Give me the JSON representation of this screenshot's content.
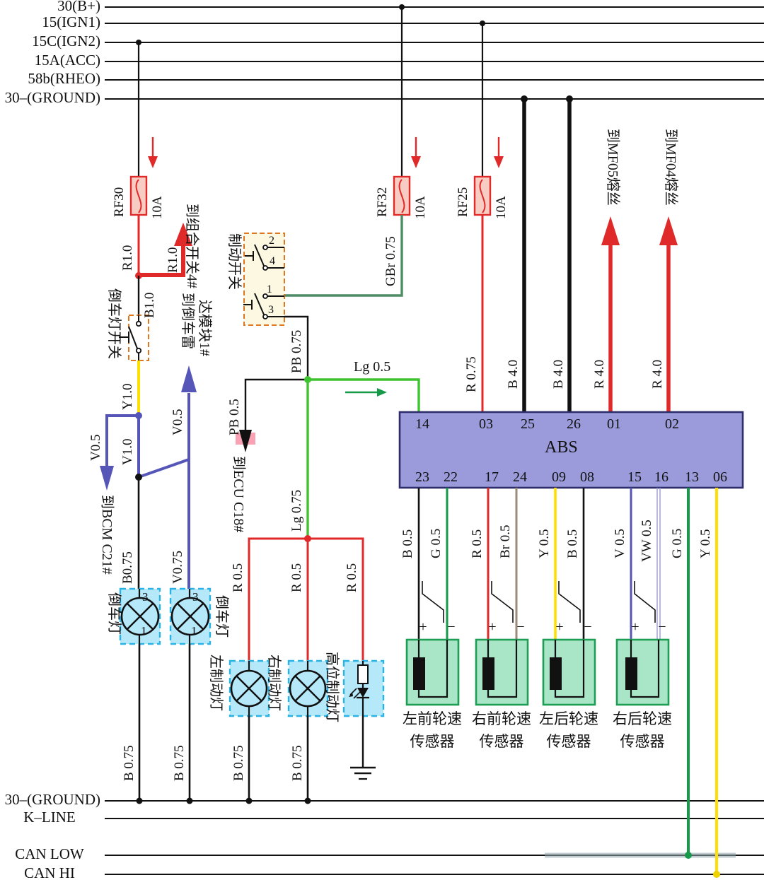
{
  "rails": {
    "top": [
      "30(B+)",
      "15(IGN1)",
      "15C(IGN2)",
      "15A(ACC)",
      "58b(RHEO)",
      "30–(GROUND)"
    ],
    "bottom": [
      "30–(GROUND)",
      "K–LINE",
      "CAN LOW",
      "CAN HI"
    ]
  },
  "fuses": {
    "rf30": {
      "name": "RF30",
      "rating": "10A"
    },
    "rf32": {
      "name": "RF32",
      "rating": "10A"
    },
    "rf25": {
      "name": "RF25",
      "rating": "10A"
    }
  },
  "switches": {
    "reverse": {
      "name": "倒车灯开关"
    },
    "brake": {
      "name": "制动开关",
      "pin2": "2",
      "pin4": "4",
      "pin1": "1",
      "pin3": "3"
    }
  },
  "lamps": {
    "reverse_left": {
      "name": "倒车灯",
      "pin_top": "3",
      "pin_bottom": "1"
    },
    "reverse_right": {
      "name": "倒车灯",
      "pin_top": "3",
      "pin_bottom": "1"
    },
    "brake_left": {
      "name": "左制动灯"
    },
    "brake_right": {
      "name": "右制动灯"
    },
    "brake_high": {
      "name": "高位制动灯"
    }
  },
  "abs": {
    "name": "ABS",
    "top_pins": [
      "14",
      "03",
      "25",
      "26",
      "01",
      "02"
    ],
    "bottom_pins": [
      "23",
      "22",
      "17",
      "24",
      "09",
      "08",
      "15",
      "16",
      "13",
      "06"
    ]
  },
  "sensors": [
    {
      "line1": "左前轮速",
      "line2": "传感器",
      "plus": "+",
      "minus": "−"
    },
    {
      "line1": "右前轮速",
      "line2": "传感器",
      "plus": "+",
      "minus": "−"
    },
    {
      "line1": "左后轮速",
      "line2": "传感器",
      "plus": "+",
      "minus": "−"
    },
    {
      "line1": "右后轮速",
      "line2": "传感器",
      "plus": "+",
      "minus": "−"
    }
  ],
  "destinations": {
    "combo_switch": "到组合开关4#",
    "radar_line1": "到倒车雷",
    "radar_line2": "达模块1#",
    "bcm": "到BCM C21#",
    "ecu": "到ECU C18#",
    "mf05": "到MF05熔丝",
    "mf04": "到MF04熔丝"
  },
  "wires": {
    "r10_main": "R1.0",
    "r10_branch": "R1.0",
    "b10": "B1.0",
    "y10": "Y1.0",
    "v05_bcm": "V0.5",
    "v10": "V1.0",
    "v05_radar": "V0.5",
    "v075": "V0.75",
    "b075_lamp": "B0.75",
    "gbr075": "GBr 0.75",
    "pb075": "PB 0.75",
    "pb05": "PB 0.5",
    "lg05": "Lg 0.5",
    "lg075": "Lg 0.75",
    "r05_left": "R 0.5",
    "r05_mid": "R 0.5",
    "r05_right": "R 0.5",
    "r075": "R 0.75",
    "b40_a": "B 4.0",
    "b40_b": "B 4.0",
    "r40_a": "R 4.0",
    "r40_b": "R 4.0",
    "gnd_b075_1": "B 0.75",
    "gnd_b075_2": "B 0.75",
    "gnd_b075_3": "B 0.75",
    "gnd_b075_4": "B 0.75",
    "s23": "B 0.5",
    "s22": "G 0.5",
    "s17": "R 0.5",
    "s24": "Br 0.5",
    "s09": "Y 0.5",
    "s08": "B 0.5",
    "s15": "V 0.5",
    "s16": "VW 0.5",
    "can_low": "G 0.5",
    "can_hi": "Y 0.5"
  },
  "colors": {
    "red": "#e02929",
    "yellow": "#ffdf00",
    "violet": "#5656b8",
    "bright_green": "#3ec42e",
    "green": "#169a4a",
    "dark_green": "#4e8c66",
    "brown": "#9a8c78",
    "abs_fill": "#9b9bdb",
    "lamp_fill": "#b5e9fa",
    "lamp_border": "#29b2e6",
    "sensor_fill": "#a9e6c8",
    "sensor_border": "#1e9e54",
    "switch_border": "#e0761d",
    "fuse_fill": "#f7cdc3"
  }
}
